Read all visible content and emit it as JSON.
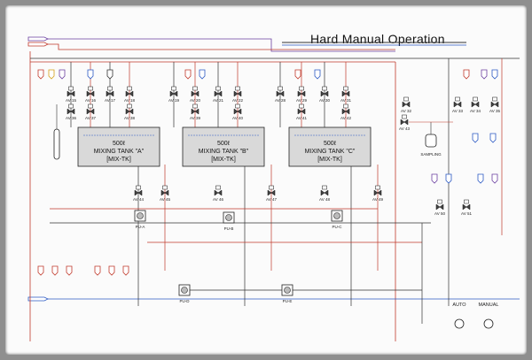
{
  "title": "Hard Manual Operation",
  "tanks": [
    {
      "volume": "500ℓ",
      "name": "MIXING TANK \"A\"",
      "tag": "[MIX-TK]"
    },
    {
      "volume": "500ℓ",
      "name": "MIXING TANK \"B\"",
      "tag": "[MIX-TK]"
    },
    {
      "volume": "500ℓ",
      "name": "MIXING TANK \"C\"",
      "tag": "[MIX-TK]"
    }
  ],
  "pumps": [
    "PU-A",
    "PU-B",
    "PU-C",
    "PU-D",
    "PU-E"
  ],
  "sampling_label": "SAMPLING",
  "mode_labels": {
    "auto": "AUTO",
    "manual": "MANUAL"
  },
  "valve_tags": [
    "AV 15",
    "AV 16",
    "AV 17",
    "AV 18",
    "AV 19",
    "AV 20",
    "AV 21",
    "AV 22",
    "AV 28",
    "AV 29",
    "AV 30",
    "AV 31",
    "AV 32",
    "AV 33",
    "AV 34",
    "AV 35",
    "AV 36",
    "AV 37",
    "AV 38",
    "AV 39",
    "AV 40",
    "AV 41",
    "AV 42",
    "AV 43",
    "AV 44",
    "AV 45",
    "AV 46",
    "AV 47",
    "AV 48",
    "AV 49",
    "AV 50",
    "AV 51"
  ],
  "colors": {
    "panel": "#fbfbfb",
    "frame": "#8f8f8f",
    "line_red": "#c0392b",
    "line_dark": "#333333",
    "line_purple": "#6b3fa0",
    "line_blue": "#2b59c3",
    "tank_fill": "#d9d9d9"
  }
}
